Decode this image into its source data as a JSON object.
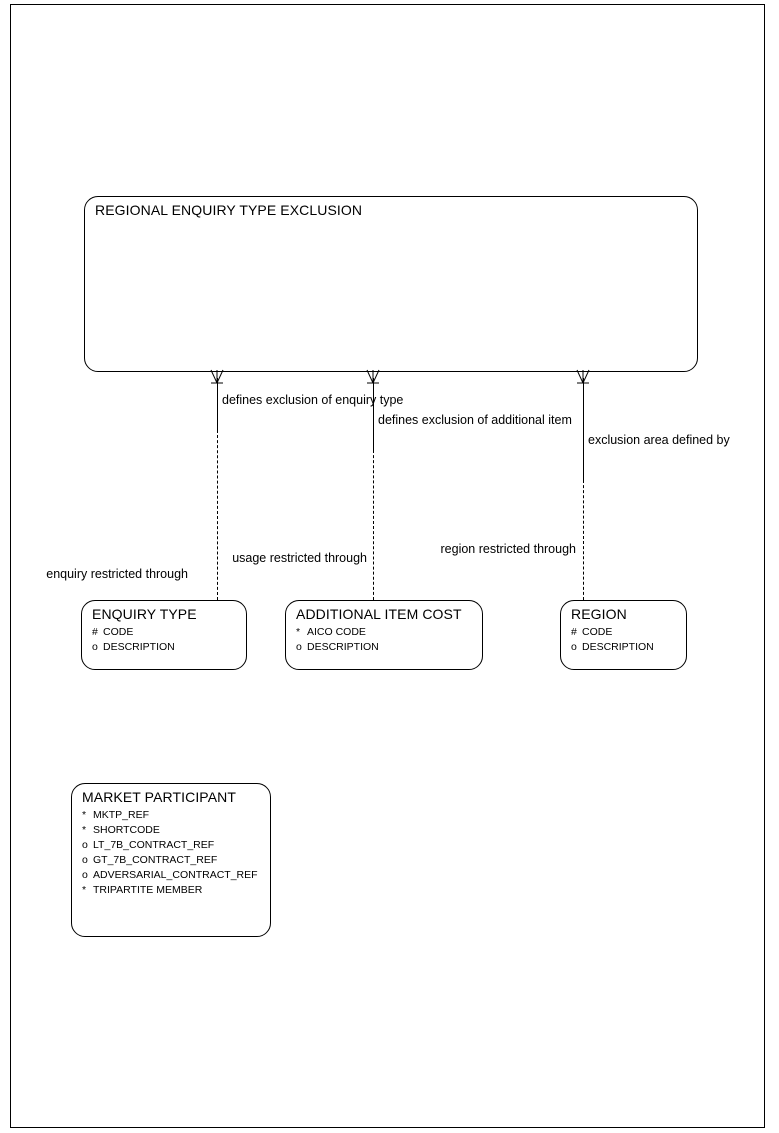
{
  "diagram": {
    "type": "entity-relationship-diagram",
    "title": "REGIONAL ENQUIRY TYPE EXCLUSION"
  },
  "entities": [
    {
      "id": "regional-enquiry-type-exclusion",
      "name": "REGIONAL ENQUIRY TYPE EXCLUSION",
      "attributes": []
    },
    {
      "id": "enquiry-type",
      "name": "ENQUIRY TYPE",
      "attributes": [
        {
          "marker": "#",
          "name": "CODE"
        },
        {
          "marker": "o",
          "name": "DESCRIPTION"
        }
      ]
    },
    {
      "id": "additional-item-cost",
      "name": "ADDITIONAL ITEM COST",
      "attributes": [
        {
          "marker": "*",
          "name": "AICO CODE"
        },
        {
          "marker": "o",
          "name": "DESCRIPTION"
        }
      ]
    },
    {
      "id": "region",
      "name": "REGION",
      "attributes": [
        {
          "marker": "#",
          "name": "CODE"
        },
        {
          "marker": "o",
          "name": "DESCRIPTION"
        }
      ]
    },
    {
      "id": "market-participant",
      "name": "MARKET PARTICIPANT",
      "attributes": [
        {
          "marker": "*",
          "name": "MKTP_REF"
        },
        {
          "marker": "*",
          "name": "SHORTCODE"
        },
        {
          "marker": "o",
          "name": "LT_7B_CONTRACT_REF"
        },
        {
          "marker": "o",
          "name": "GT_7B_CONTRACT_REF"
        },
        {
          "marker": "o",
          "name": "ADVERSARIAL_CONTRACT_REF"
        },
        {
          "marker": "*",
          "name": "TRIPARTITE MEMBER"
        }
      ]
    }
  ],
  "relationships": [
    {
      "id": "enquiry-type-exclusion",
      "from_label": "defines exclusion of enquiry type",
      "to_label": "enquiry restricted through"
    },
    {
      "id": "additional-item-exclusion",
      "from_label": "defines exclusion of additional item",
      "to_label": "usage restricted through"
    },
    {
      "id": "region-exclusion",
      "from_label": "exclusion area defined by",
      "to_label": "region restricted through"
    }
  ]
}
